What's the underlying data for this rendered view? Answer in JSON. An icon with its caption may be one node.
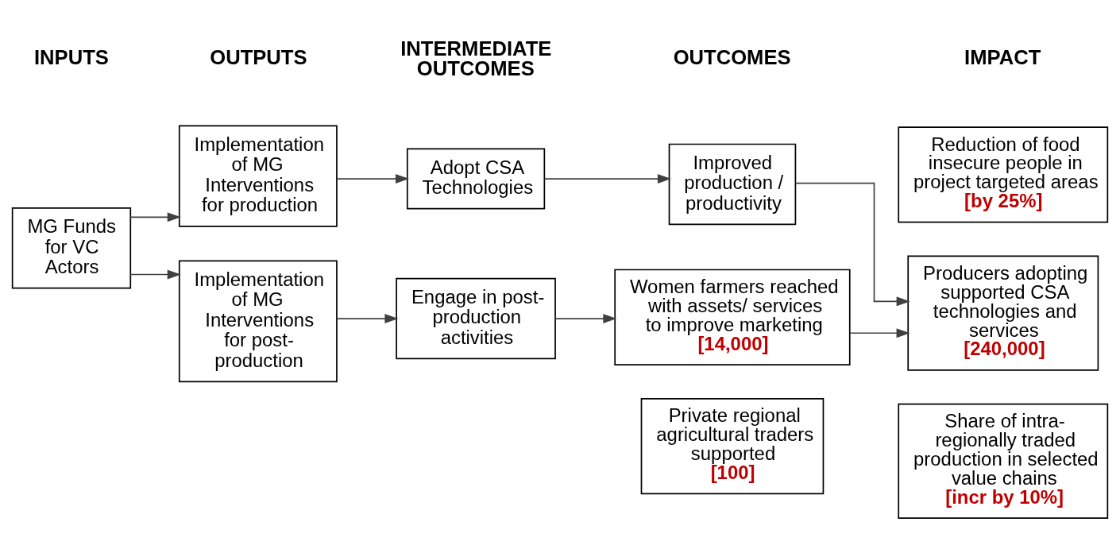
{
  "diagram": {
    "nodes": [
      {
        "text": [
          "MG Funds for VC Actors"
        ]
      },
      {
        "text": [
          "Implementation of MG Interventions for production"
        ]
      },
      {
        "text": [
          "Implementation of MG Interventions for post- production"
        ]
      },
      {
        "text": [
          "Adopt CSA Technologies"
        ]
      },
      {
        "text": [
          "Engage in post-production activities"
        ]
      },
      {
        "text": [
          "Improved production / productivity"
        ]
      },
      {
        "text": [
          "Women farmers reached with assets/ services to improve marketing",
          "[14,000]"
        ]
      },
      {
        "text": [
          "Private regional agricultural traders supported",
          "[100]"
        ]
      },
      {
        "text": [
          "Reduction of food insecure people in project targeted areas",
          "[by 25%]"
        ]
      },
      {
        "text": [
          "Producers adopting supported CSA technologies and services",
          "[240,000]"
        ]
      },
      {
        "text": [
          "Share of intra-regionally traded production in selected value chains",
          "[incr by 10%]"
        ]
      }
    ],
    "edges": [
      {
        "from": 0,
        "to": 1,
        "arrow": "to"
      },
      {
        "from": 0,
        "to": 2,
        "arrow": "to"
      },
      {
        "from": 1,
        "to": 3,
        "arrow": "to"
      },
      {
        "from": 2,
        "to": 4,
        "arrow": "to"
      },
      {
        "from": 3,
        "to": 5,
        "arrow": "to"
      },
      {
        "from": 4,
        "to": 6,
        "arrow": "to"
      },
      {
        "from": 5,
        "to": 9,
        "arrow": "to"
      },
      {
        "from": 6,
        "to": 9,
        "arrow": "to"
      }
    ],
    "labels": [
      "INPUTS",
      "OUTPUTS",
      "INTERMEDIATE OUTCOMES",
      "OUTCOMES",
      "IMPACT"
    ]
  }
}
